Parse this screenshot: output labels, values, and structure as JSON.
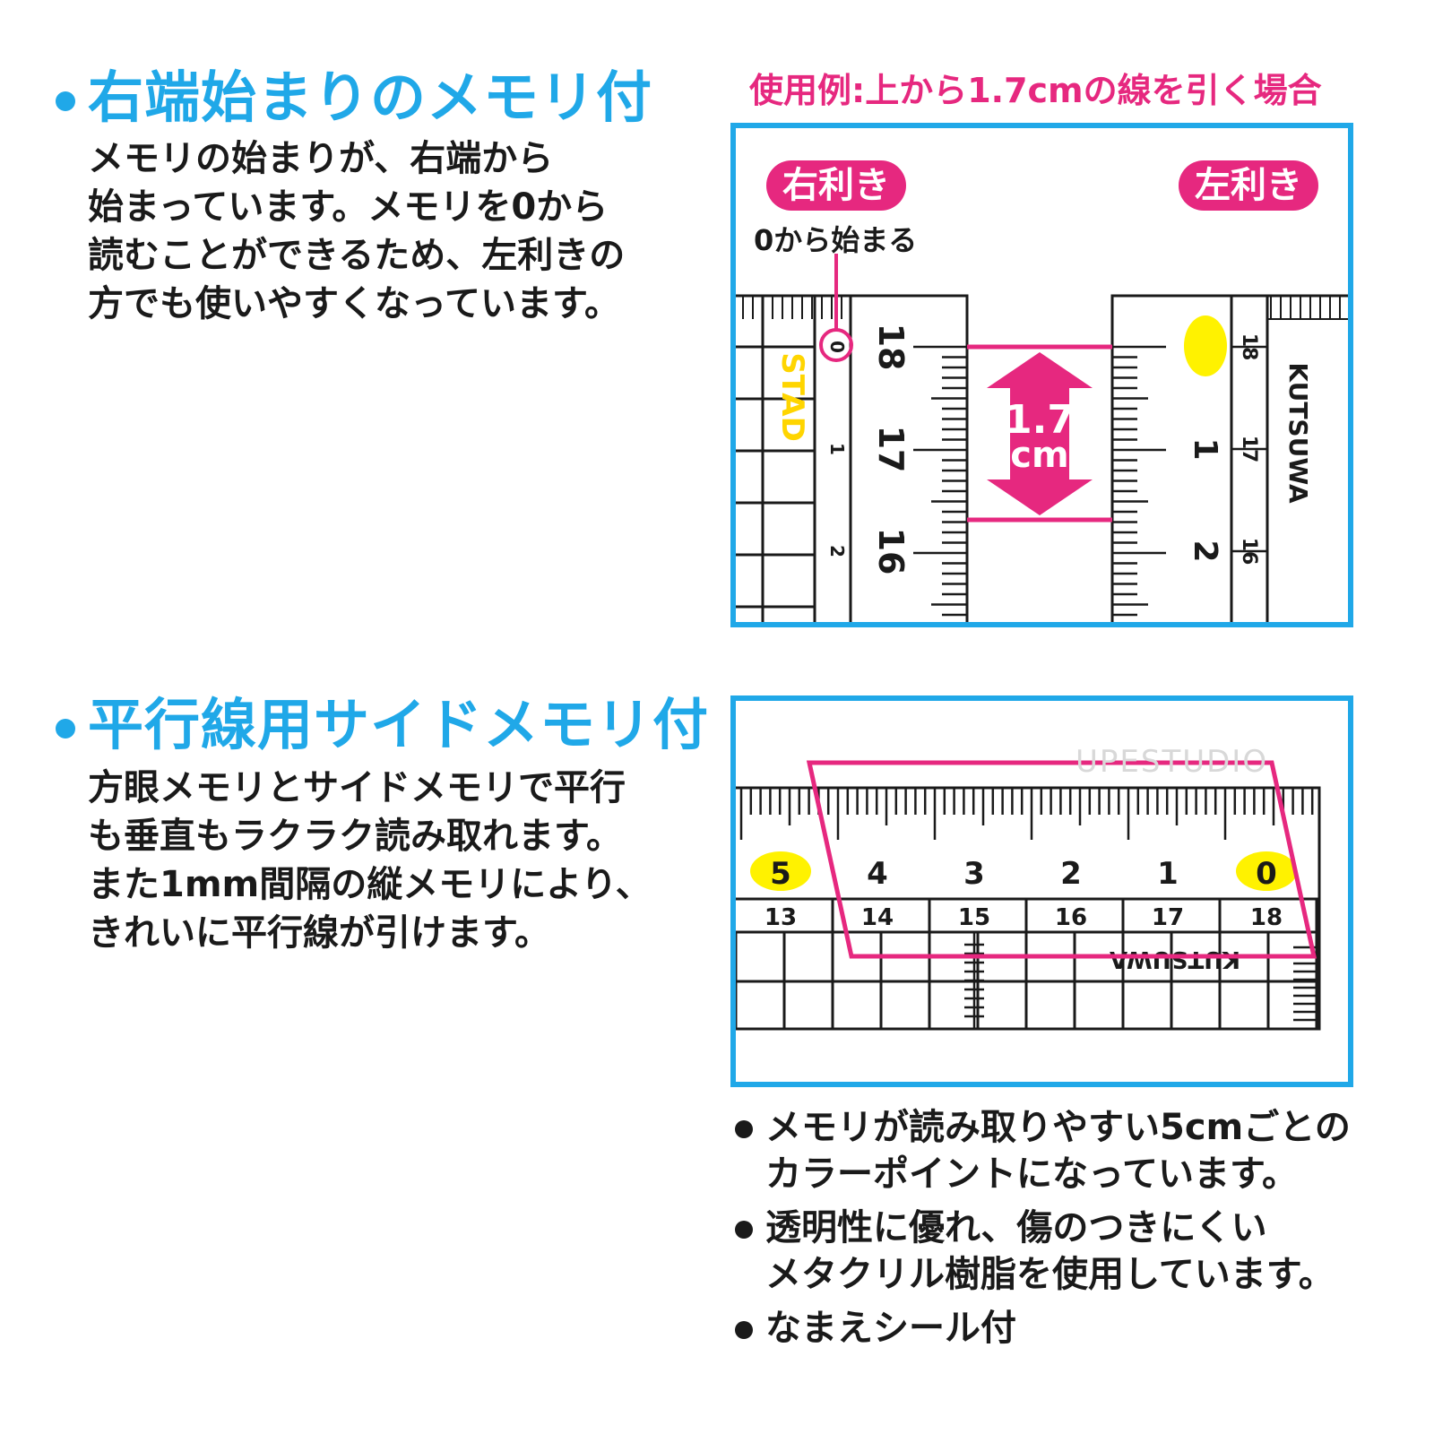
{
  "section1": {
    "heading": "右端始まりのメモリ付",
    "lines": [
      "メモリの始まりが、右端から",
      "始まっています。メモリを0から",
      "読むことができるため、左利きの",
      "方でも使いやすくなっています。"
    ]
  },
  "section2": {
    "heading": "平行線用サイドメモリ付",
    "lines": [
      "方眼メモリとサイドメモリで平行",
      "も垂直もラクラク読み取れます。",
      "また1mm間隔の縦メモリにより、",
      "きれいに平行線が引けます。"
    ]
  },
  "example": {
    "title": "使用例:上から1.7cmの線を引く場合",
    "right_hand": "右利き",
    "left_hand": "左利き",
    "starts_from_zero": "0から始まる",
    "measure_value": "1.7",
    "measure_unit": "cm",
    "left_ruler_numbers": [
      "18",
      "17",
      "16"
    ],
    "left_ruler_small_numbers": [
      "0",
      "1",
      "2"
    ],
    "right_ruler_numbers": [
      "0",
      "1",
      "2"
    ],
    "right_ruler_small_numbers": [
      "18",
      "17",
      "16"
    ],
    "brand_left": "STAD",
    "brand_right": "KUTSUWA"
  },
  "side_ruler": {
    "top_numbers": [
      "5",
      "4",
      "3",
      "2",
      "1",
      "0"
    ],
    "bottom_numbers": [
      "13",
      "14",
      "15",
      "16",
      "17",
      "18"
    ],
    "brand": "KUTSUWA"
  },
  "watermark": "UPESTUDIO",
  "notes": [
    [
      "メモリが読み取りやすい5cmごとの",
      "カラーポイントになっています。"
    ],
    [
      "透明性に優れ、傷のつきにくい",
      "メタクリル樹脂を使用しています。"
    ],
    [
      "なまえシール付"
    ]
  ],
  "colors": {
    "accent_blue": "#20a8e8",
    "accent_pink": "#e6287f",
    "highlight_yellow": "#fff200"
  }
}
